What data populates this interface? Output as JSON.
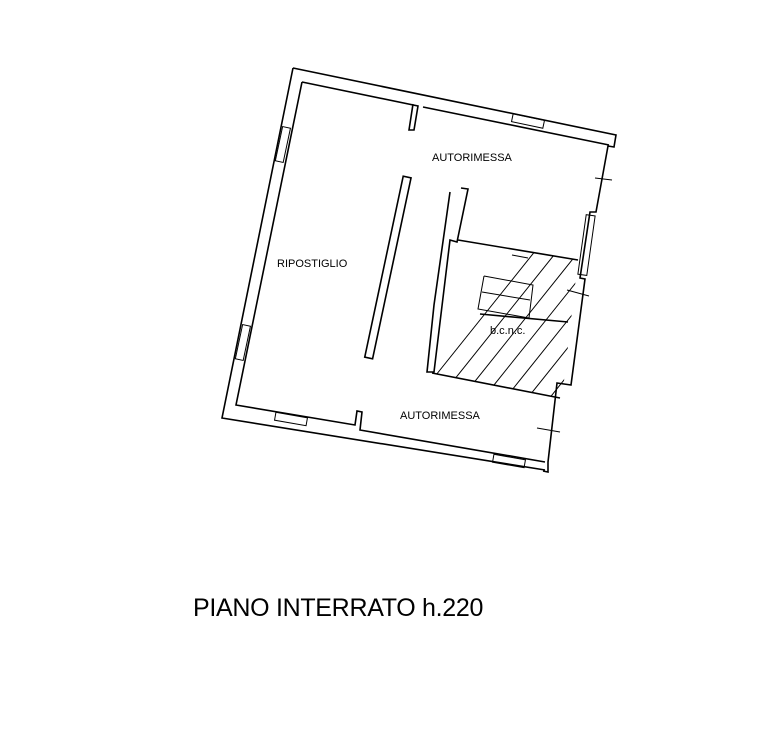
{
  "plan": {
    "rooms": {
      "garage_top": "AUTORIMESSA",
      "storage": "RIPOSTIGLIO",
      "common_area": "b.c.n.c.",
      "garage_bottom": "AUTORIMESSA"
    },
    "title": "PIANO INTERRATO h.220"
  }
}
